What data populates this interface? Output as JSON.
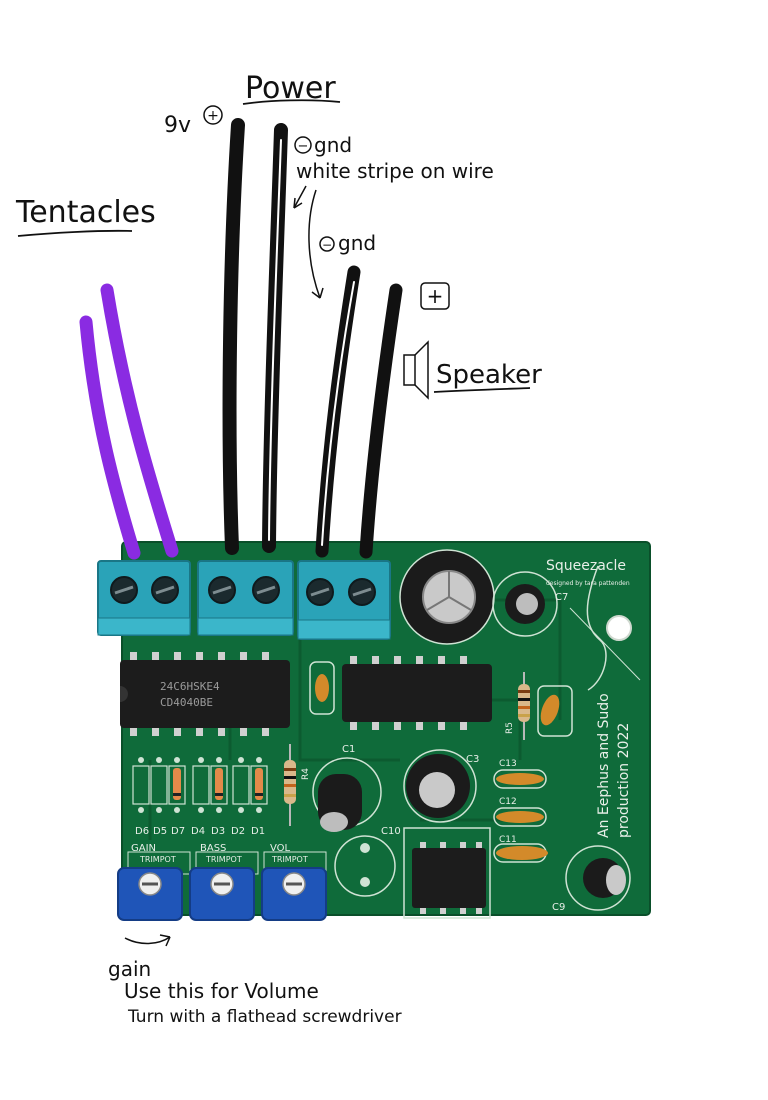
{
  "annotations": {
    "power_title": "Power",
    "nine_volt": "9v",
    "plus_symbol": "+",
    "minus_symbol": "−",
    "gnd_power": "gnd",
    "white_stripe_note": "white stripe on wire",
    "gnd_speaker": "gnd",
    "tentacles_title": "Tentacles",
    "speaker_title": "Speaker",
    "gain_note": "gain",
    "volume_note": "Use this for Volume",
    "screwdriver_note": "Turn with a flathead screwdriver"
  },
  "board": {
    "name": "Squeezacle",
    "designer": "designed by tara pattenden",
    "credit_line1": "An Eephus and Sudo",
    "credit_line2": "production 2022",
    "chip1_line1": "24C6HSKE4",
    "chip1_line2": "CD4040BE",
    "diode_labels": [
      "D6",
      "D5",
      "D7",
      "D4",
      "D3",
      "D2",
      "D1"
    ],
    "trimpot_labels": [
      "GAIN",
      "BASS",
      "VOL"
    ],
    "trimpot_sublabel": "TRIMPOT",
    "component_labels": {
      "c1": "C1",
      "c3": "C3",
      "c7": "C7",
      "c9": "C9",
      "c10": "C10",
      "c11": "C11",
      "c12": "C12",
      "c13": "C13",
      "r4": "R4",
      "r5": "R5"
    }
  },
  "colors": {
    "pcb": "#0f6b3a",
    "terminal": "#2aa3b8",
    "tentacle_wire": "#8a2be2",
    "power_wire": "#111111",
    "trimpot": "#1f55b8"
  }
}
